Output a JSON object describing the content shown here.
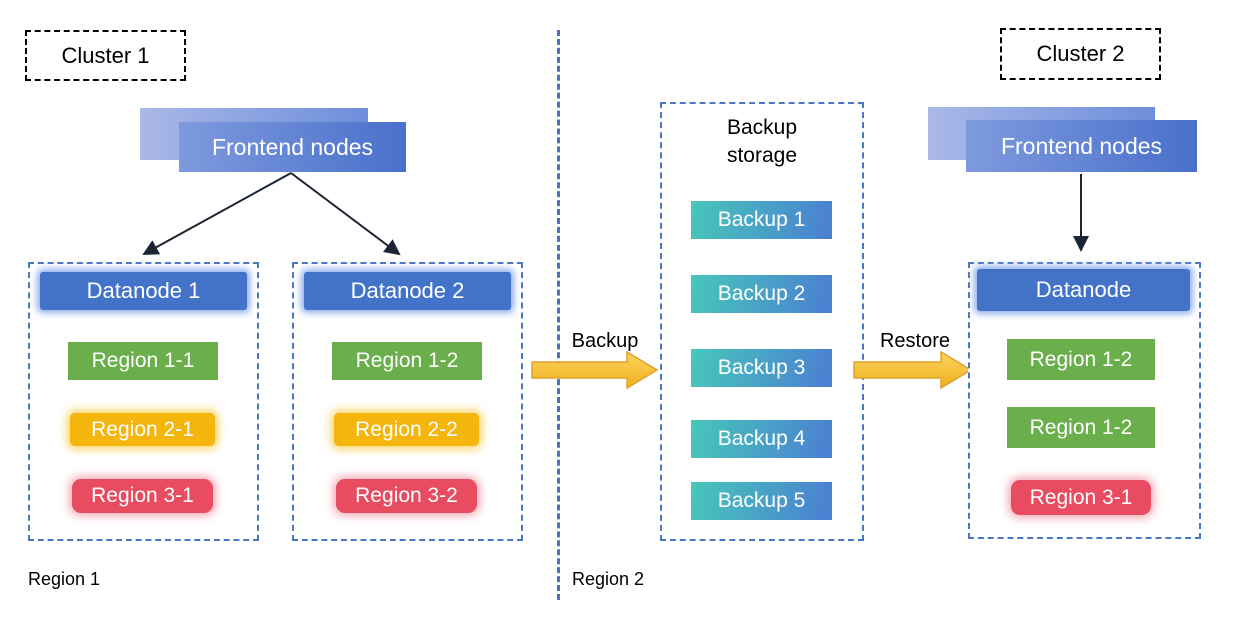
{
  "diagram": {
    "cluster1": {
      "label": "Cluster 1",
      "frontend_label": "Frontend nodes",
      "region_footnote": "Region 1",
      "datanodes": [
        {
          "title": "Datanode 1",
          "regions": [
            {
              "label": "Region 1-1",
              "color": "green"
            },
            {
              "label": "Region 2-1",
              "color": "yellow"
            },
            {
              "label": "Region 3-1",
              "color": "red"
            }
          ]
        },
        {
          "title": "Datanode 2",
          "regions": [
            {
              "label": "Region 1-2",
              "color": "green"
            },
            {
              "label": "Region 2-2",
              "color": "yellow"
            },
            {
              "label": "Region 3-2",
              "color": "red"
            }
          ]
        }
      ]
    },
    "middle": {
      "backup_label": "Backup",
      "restore_label": "Restore",
      "region_footnote": "Region 2",
      "storage": {
        "title": "Backup storage",
        "items": [
          "Backup 1",
          "Backup 2",
          "Backup 3",
          "Backup 4",
          "Backup 5"
        ]
      }
    },
    "cluster2": {
      "label": "Cluster 2",
      "frontend_label": "Frontend nodes",
      "datanode": {
        "title": "Datanode",
        "regions": [
          {
            "label": "Region 1-2",
            "color": "green"
          },
          {
            "label": "Region 1-2",
            "color": "green"
          },
          {
            "label": "Region 3-1",
            "color": "red"
          }
        ]
      }
    },
    "colors": {
      "node_blue": "#4273c9",
      "frontend_blue_light": "#a9b8e7",
      "frontend_blue_dark": "#4a70cb",
      "region_green": "#6aaf4b",
      "region_yellow": "#f4b50c",
      "region_red": "#e94b60",
      "backup_teal": "#47c7b9",
      "backup_blue": "#4b7ed3",
      "arrow_gold": "#f5bf37",
      "dashed_blue": "#4a77c4"
    }
  }
}
